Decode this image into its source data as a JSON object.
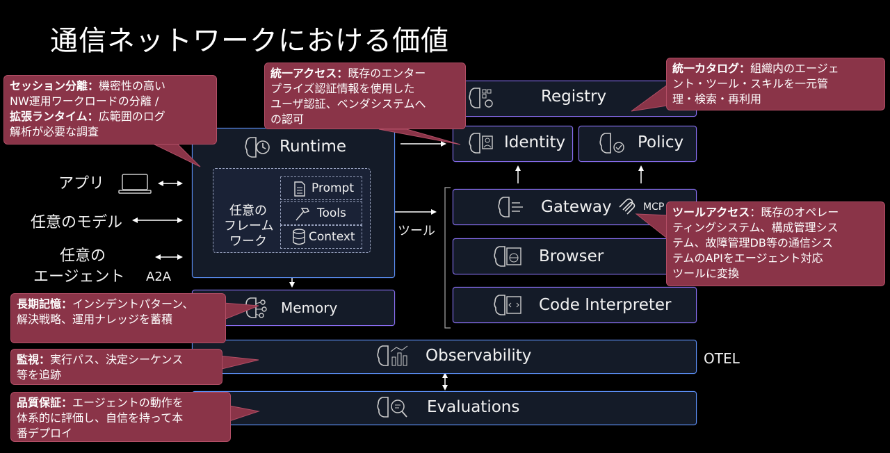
{
  "title": "通信ネットワークにおける価値",
  "left": {
    "app": "アプリ",
    "model": "任意のモデル",
    "agent_l1": "任意の",
    "agent_l2": "エージェント",
    "a2a": "A2A"
  },
  "runtime": {
    "label": "Runtime",
    "framework_l1": "任意の",
    "framework_l2": "フレーム",
    "framework_l3": "ワーク",
    "prompt": "Prompt",
    "tools": "Tools",
    "context": "Context"
  },
  "tool_label": "ツール",
  "memory": "Memory",
  "registry": "Registry",
  "identity": "Identity",
  "policy": "Policy",
  "gateway": "Gateway",
  "mcp": "MCP",
  "browser": "Browser",
  "code_interpreter": "Code Interpreter",
  "observability": "Observability",
  "otel": "OTEL",
  "evaluations": "Evaluations",
  "callouts": {
    "session": {
      "h1": "セッション分離：",
      "t1": "機密性の高い",
      "t2": "NW運用ワークロードの分離 /",
      "h2": "拡張ランタイム：",
      "t3": "広範囲のログ",
      "t4": "解析が必要な調査"
    },
    "access": {
      "h": "統一アクセス：",
      "t1": "既存のエンター",
      "t2": "プライズ認証情報を使用した",
      "t3": "ユーザ認証、ベンダシステムへ",
      "t4": "の認可"
    },
    "catalog": {
      "h": "統一カタログ：",
      "t1": "組織内のエージェ",
      "t2": "ント・ツール・スキルを一元管",
      "t3": "理・検索・再利用"
    },
    "tool": {
      "h": "ツールアクセス",
      "t1": "：既存のオペレー",
      "t2": "ティングシステム、構成管理シス",
      "t3": "テム、故障管理DB等の通信シス",
      "t4": "テムのAPIをエージェント対応",
      "t5": "ツールに変換"
    },
    "memory": {
      "h": "長期記憶：",
      "t1": "インシデントパターン、",
      "t2": "解決戦略、運用ナレッジを蓄積"
    },
    "monitor": {
      "h": "監視：",
      "t1": "実行パス、決定シーケンス",
      "t2": "等を追跡"
    },
    "quality": {
      "h": "品質保証：",
      "t1": "エージェントの動作を",
      "t2": "体系的に評価し、自信を持って本",
      "t3": "番デプロイ"
    }
  },
  "colors": {
    "background": "#000000",
    "box_fill": "#141b28",
    "purple_border": "#8a6cf0",
    "blue_border": "#5b8ff5",
    "callout_fill": "#8a3448",
    "text": "#f2f2f2"
  }
}
